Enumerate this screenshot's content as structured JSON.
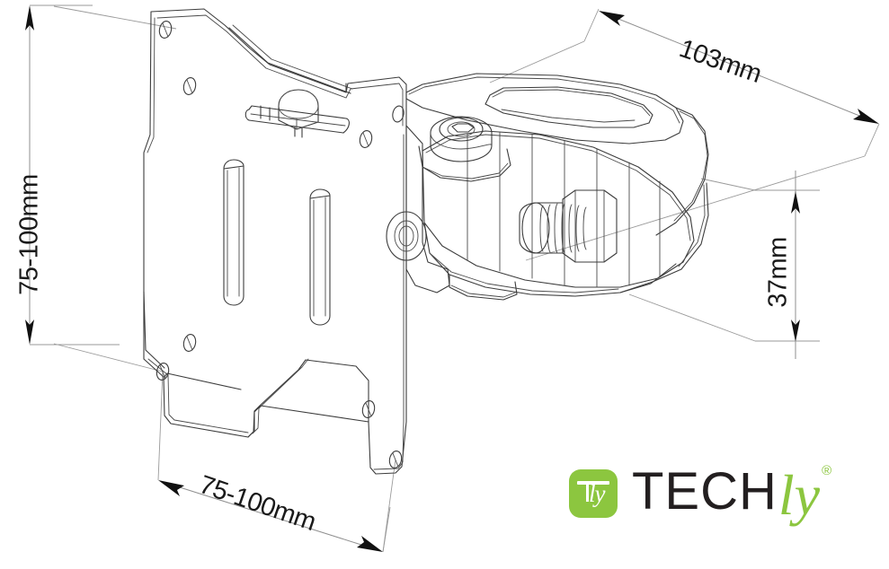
{
  "document": {
    "type": "technical-dimension-drawing",
    "subject": "monitor wall mount bracket with tilt and swivel joint",
    "background_color": "#ffffff",
    "line_color": "#3c3c3c",
    "dimension_line_color": "#8c8c8c",
    "text_color": "#1a1a1a"
  },
  "dimensions": {
    "height": {
      "label": "75-100mm",
      "orientation": "vertical",
      "position": "left"
    },
    "depth": {
      "label": "103mm",
      "orientation": "diagonal",
      "position": "top-right"
    },
    "thickness": {
      "label": "37mm",
      "orientation": "vertical",
      "position": "right"
    },
    "width": {
      "label": "75-100mm",
      "orientation": "diagonal",
      "position": "bottom"
    }
  },
  "logo": {
    "mark_letter": "Tly",
    "word_primary": "TECH",
    "word_secondary": "ly",
    "registered_mark": "®",
    "mark_background_color": "#8cc63f",
    "green_color": "#8cc63f",
    "dark_color": "#231f20"
  }
}
